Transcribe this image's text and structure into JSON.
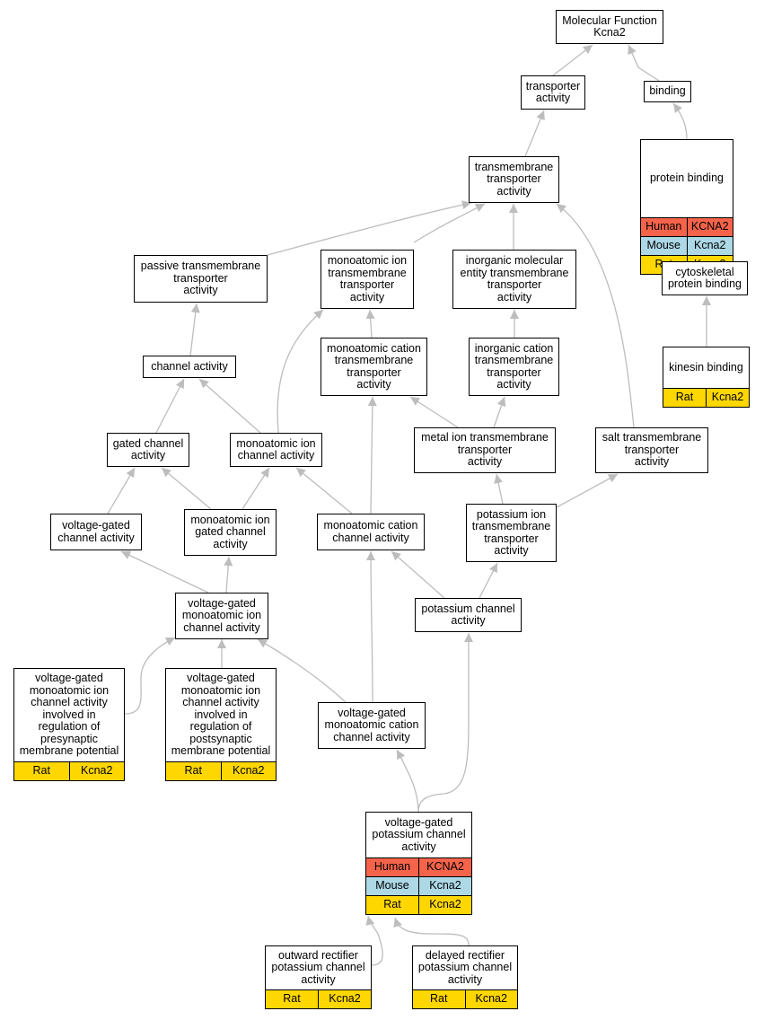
{
  "colors": {
    "edge": "#bdbdbd",
    "node_border": "#000000",
    "human": "#f4634a",
    "mouse": "#add8e6",
    "rat": "#ffd700"
  },
  "nodes": {
    "root": {
      "label": "Molecular Function\nKcna2",
      "annotations": []
    },
    "transporter": {
      "label": "transporter\nactivity",
      "annotations": []
    },
    "binding": {
      "label": "binding",
      "annotations": []
    },
    "protein_binding": {
      "label": "protein binding",
      "annotations": [
        {
          "organism": "Human",
          "gene": "KCNA2",
          "color": "#f4634a"
        },
        {
          "organism": "Mouse",
          "gene": "Kcna2",
          "color": "#add8e6"
        },
        {
          "organism": "Rat",
          "gene": "Kcna2",
          "color": "#ffd700"
        }
      ]
    },
    "tm_transporter": {
      "label": "transmembrane\ntransporter\nactivity",
      "annotations": []
    },
    "passive": {
      "label": "passive transmembrane\ntransporter\nactivity",
      "annotations": []
    },
    "ion_tm": {
      "label": "monoatomic ion\ntransmembrane\ntransporter\nactivity",
      "annotations": []
    },
    "inorganic_tm": {
      "label": "inorganic molecular\nentity transmembrane\ntransporter\nactivity",
      "annotations": []
    },
    "cytoskeletal": {
      "label": "cytoskeletal\nprotein binding",
      "annotations": []
    },
    "channel": {
      "label": "channel activity",
      "annotations": []
    },
    "cation_tm": {
      "label": "monoatomic cation\ntransmembrane\ntransporter\nactivity",
      "annotations": []
    },
    "inorg_cation_tm": {
      "label": "inorganic cation\ntransmembrane\ntransporter\nactivity",
      "annotations": []
    },
    "kinesin": {
      "label": "kinesin binding",
      "annotations": [
        {
          "organism": "Rat",
          "gene": "Kcna2",
          "color": "#ffd700"
        }
      ]
    },
    "gated": {
      "label": "gated channel\nactivity",
      "annotations": []
    },
    "ion_channel": {
      "label": "monoatomic ion\nchannel activity",
      "annotations": []
    },
    "metal_tm": {
      "label": "metal ion transmembrane\ntransporter\nactivity",
      "annotations": []
    },
    "salt_tm": {
      "label": "salt transmembrane\ntransporter\nactivity",
      "annotations": []
    },
    "vg_channel": {
      "label": "voltage-gated\nchannel activity",
      "annotations": []
    },
    "ion_gated": {
      "label": "monoatomic ion\ngated channel\nactivity",
      "annotations": []
    },
    "cation_channel": {
      "label": "monoatomic cation\nchannel activity",
      "annotations": []
    },
    "k_tm": {
      "label": "potassium ion\ntransmembrane\ntransporter\nactivity",
      "annotations": []
    },
    "vg_ion": {
      "label": "voltage-gated\nmonoatomic ion\nchannel activity",
      "annotations": []
    },
    "k_channel": {
      "label": "potassium channel\nactivity",
      "annotations": []
    },
    "vg_presyn": {
      "label": "voltage-gated\nmonoatomic ion\nchannel activity\ninvolved in\nregulation of\npresynaptic\nmembrane potential",
      "annotations": [
        {
          "organism": "Rat",
          "gene": "Kcna2",
          "color": "#ffd700"
        }
      ]
    },
    "vg_postsyn": {
      "label": "voltage-gated\nmonoatomic ion\nchannel activity\ninvolved in\nregulation of\npostsynaptic\nmembrane potential",
      "annotations": [
        {
          "organism": "Rat",
          "gene": "Kcna2",
          "color": "#ffd700"
        }
      ]
    },
    "vg_cation": {
      "label": "voltage-gated\nmonoatomic cation\nchannel activity",
      "annotations": []
    },
    "vg_k": {
      "label": "voltage-gated\npotassium channel\nactivity",
      "annotations": [
        {
          "organism": "Human",
          "gene": "KCNA2",
          "color": "#f4634a"
        },
        {
          "organism": "Mouse",
          "gene": "Kcna2",
          "color": "#add8e6"
        },
        {
          "organism": "Rat",
          "gene": "Kcna2",
          "color": "#ffd700"
        }
      ]
    },
    "outward": {
      "label": "outward rectifier\npotassium channel\nactivity",
      "annotations": [
        {
          "organism": "Rat",
          "gene": "Kcna2",
          "color": "#ffd700"
        }
      ]
    },
    "delayed": {
      "label": "delayed rectifier\npotassium channel\nactivity",
      "annotations": [
        {
          "organism": "Rat",
          "gene": "Kcna2",
          "color": "#ffd700"
        }
      ]
    }
  },
  "edges": [
    {
      "from": "transporter",
      "to": "root"
    },
    {
      "from": "binding",
      "to": "root"
    },
    {
      "from": "protein_binding",
      "to": "binding"
    },
    {
      "from": "tm_transporter",
      "to": "transporter"
    },
    {
      "from": "passive",
      "to": "tm_transporter"
    },
    {
      "from": "ion_tm",
      "to": "tm_transporter"
    },
    {
      "from": "inorganic_tm",
      "to": "tm_transporter"
    },
    {
      "from": "salt_tm",
      "to": "tm_transporter"
    },
    {
      "from": "cytoskeletal",
      "to": "protein_binding"
    },
    {
      "from": "kinesin",
      "to": "cytoskeletal"
    },
    {
      "from": "channel",
      "to": "passive"
    },
    {
      "from": "cation_tm",
      "to": "ion_tm"
    },
    {
      "from": "ion_channel",
      "to": "ion_tm"
    },
    {
      "from": "inorg_cation_tm",
      "to": "inorganic_tm"
    },
    {
      "from": "gated",
      "to": "channel"
    },
    {
      "from": "ion_channel",
      "to": "channel"
    },
    {
      "from": "metal_tm",
      "to": "cation_tm"
    },
    {
      "from": "cation_channel",
      "to": "cation_tm"
    },
    {
      "from": "metal_tm",
      "to": "inorg_cation_tm"
    },
    {
      "from": "vg_channel",
      "to": "gated"
    },
    {
      "from": "ion_gated",
      "to": "gated"
    },
    {
      "from": "ion_gated",
      "to": "ion_channel"
    },
    {
      "from": "cation_channel",
      "to": "ion_channel"
    },
    {
      "from": "k_tm",
      "to": "metal_tm"
    },
    {
      "from": "k_tm",
      "to": "salt_tm"
    },
    {
      "from": "vg_ion",
      "to": "vg_channel"
    },
    {
      "from": "vg_ion",
      "to": "ion_gated"
    },
    {
      "from": "vg_cation",
      "to": "cation_channel"
    },
    {
      "from": "k_channel",
      "to": "cation_channel"
    },
    {
      "from": "k_channel",
      "to": "k_tm"
    },
    {
      "from": "vg_presyn",
      "to": "vg_ion"
    },
    {
      "from": "vg_postsyn",
      "to": "vg_ion"
    },
    {
      "from": "vg_cation",
      "to": "vg_ion"
    },
    {
      "from": "vg_k",
      "to": "vg_cation"
    },
    {
      "from": "vg_k",
      "to": "k_channel"
    },
    {
      "from": "outward",
      "to": "vg_k"
    },
    {
      "from": "delayed",
      "to": "vg_k"
    }
  ]
}
